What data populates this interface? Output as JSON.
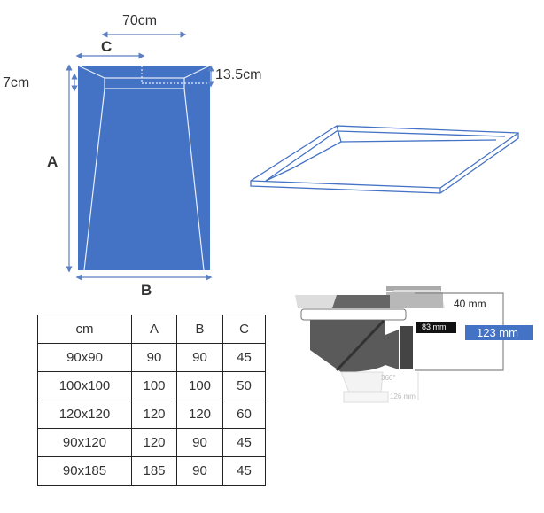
{
  "plan": {
    "width_label": "70cm",
    "c_label": "C",
    "a_label": "A",
    "b_label": "B",
    "left_depth": "7cm",
    "right_depth": "13.5cm"
  },
  "drain": {
    "h1": "40 mm",
    "h2": "83 mm",
    "total": "123 mm",
    "angle": "360°",
    "width": "126 mm"
  },
  "table": {
    "headers": [
      "cm",
      "A",
      "B",
      "C"
    ],
    "rows": [
      [
        "90x90",
        "90",
        "90",
        "45"
      ],
      [
        "100x100",
        "100",
        "100",
        "50"
      ],
      [
        "120x120",
        "120",
        "120",
        "60"
      ],
      [
        "90x120",
        "120",
        "90",
        "45"
      ],
      [
        "90x185",
        "185",
        "90",
        "45"
      ]
    ]
  },
  "colors": {
    "tray": "#4472c4",
    "arrow": "#5b7fc4",
    "badge": "#4472c4"
  }
}
